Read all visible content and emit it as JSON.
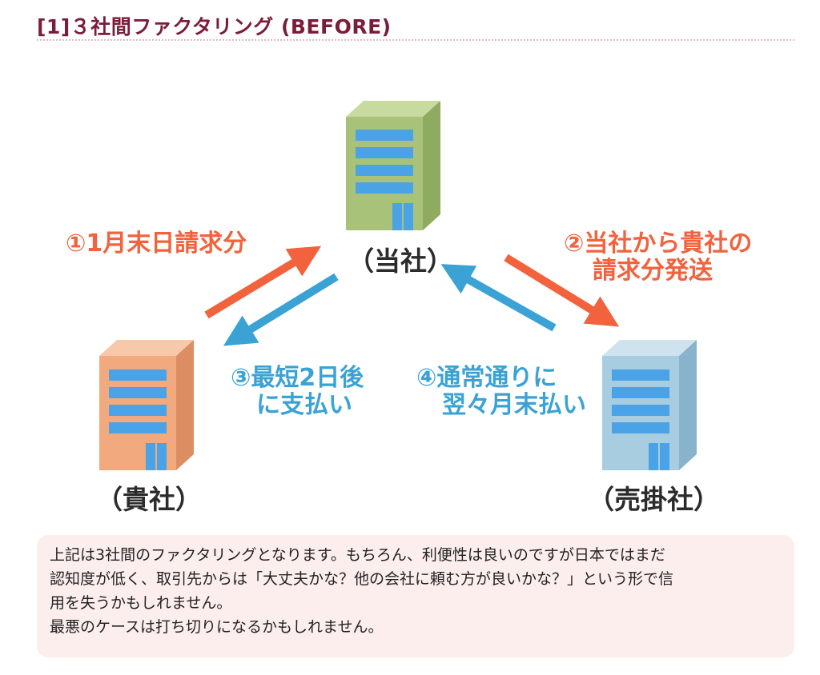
{
  "heading": "[1]３社間ファクタリング (BEFORE)",
  "diagram": {
    "companies": {
      "self": "（当社）",
      "you": "（貴社）",
      "debtor": "（売掛社）"
    },
    "steps": {
      "s1": {
        "line1": "①1月末日請求分"
      },
      "s2": {
        "line1": "②当社から貴社の",
        "line2": "請求分発送"
      },
      "s3": {
        "line1": "③最短2日後",
        "line2": "に支払い"
      },
      "s4": {
        "line1": "④通常通りに",
        "line2": "翌々月末払い"
      }
    },
    "colors": {
      "orange_arrow": "#f2623c",
      "blue_arrow": "#3aa2d4",
      "self_building": "#a9c27a",
      "you_building": "#f2a97e",
      "debtor_building": "#a8cce0",
      "window": "#4aa3e6"
    }
  },
  "note": {
    "lines": [
      "上記は3社間のファクタリングとなります。もちろん、利便性は良いのですが日本ではまだ",
      "認知度が低く、取引先からは「大丈夫かな？他の会社に頼む方が良いかな？」という形で信",
      "用を失うかもしれません。",
      "最悪のケースは打ち切りになるかもしれません。"
    ]
  }
}
